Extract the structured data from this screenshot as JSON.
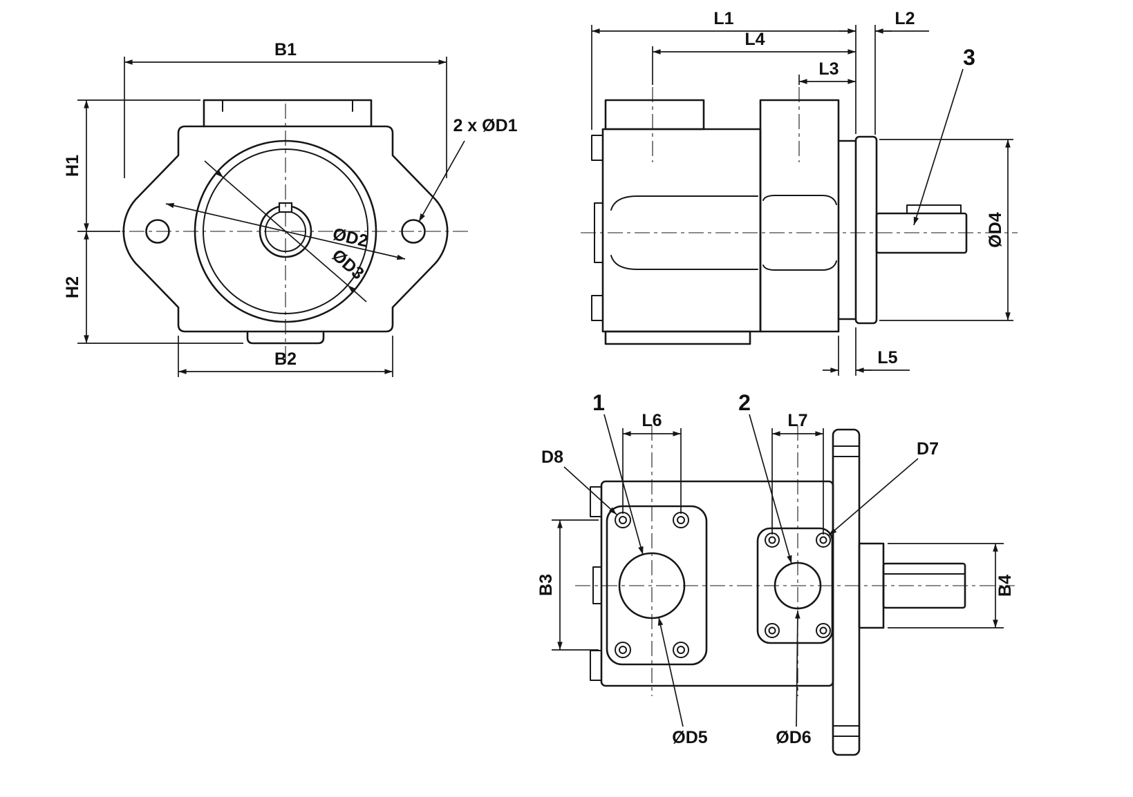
{
  "front_view": {
    "b1": "B1",
    "h1": "H1",
    "h2": "H2",
    "b2": "B2",
    "bolt_holes": "2 x ØD1",
    "d2": "ØD2",
    "d3": "ØD3"
  },
  "side_view": {
    "l1": "L1",
    "l2": "L2",
    "l3": "L3",
    "l4": "L4",
    "l5": "L5",
    "d4": "ØD4",
    "shaft_callout": "3"
  },
  "bottom_view": {
    "port1_callout": "1",
    "port2_callout": "2",
    "l6": "L6",
    "l7": "L7",
    "b3": "B3",
    "b4": "B4",
    "d5": "ØD5",
    "d6": "ØD6",
    "d7": "D7",
    "d8": "D8"
  },
  "colors": {
    "line": "#161616",
    "background": "#ffffff"
  }
}
